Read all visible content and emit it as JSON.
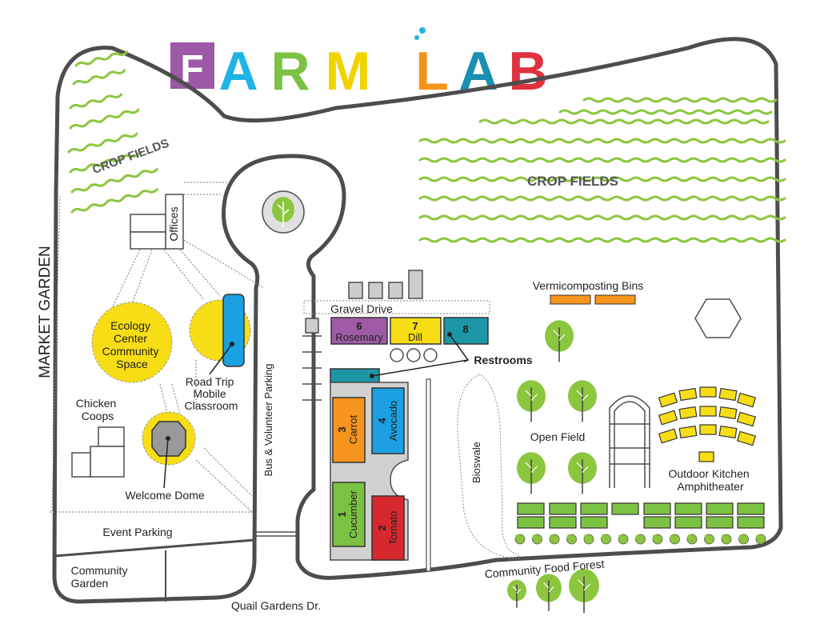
{
  "title": {
    "letters": [
      {
        "char": "F",
        "color": "#9b59a6"
      },
      {
        "char": "A",
        "color": "#1fb4e6"
      },
      {
        "char": "R",
        "color": "#7cc242"
      },
      {
        "char": "M",
        "color": "#f2d300"
      },
      {
        "char": "L",
        "color": "#f39419"
      },
      {
        "char": "A",
        "color": "#1a8fb0"
      },
      {
        "char": "B",
        "color": "#e0313f"
      }
    ]
  },
  "colors": {
    "outline": "#4d4d4d",
    "crop_green": "#8cc63f",
    "yellow": "#f7dd16",
    "blue": "#1ba1e2",
    "purple": "#9e5ba6",
    "teal": "#1d96a6",
    "orange": "#f7941d",
    "red": "#d7282f",
    "green_bed": "#7cc242"
  },
  "labels": {
    "crop_fields_left": "CROP FIELDS",
    "crop_fields_right": "CROP FIELDS",
    "market_garden": "MARKET GARDEN",
    "offices": "Offices",
    "ecology_center": [
      "Ecology",
      "Center",
      "Community",
      "Space"
    ],
    "road_trip": [
      "Road Trip",
      "Mobile",
      "Classroom"
    ],
    "chicken_coops": [
      "Chicken",
      "Coops"
    ],
    "welcome_dome": "Welcome Dome",
    "event_parking": "Event Parking",
    "community_garden": [
      "Community",
      "Garden"
    ],
    "quail_gardens": "Quail Gardens Dr.",
    "bus_parking": "Bus & Volunteer Parking",
    "gravel_drive": "Gravel Drive",
    "restrooms": "Restrooms",
    "bioswale": "Bioswale",
    "vermicomposting": "Vermicomposting Bins",
    "open_field": "Open Field",
    "outdoor_kitchen": [
      "Outdoor Kitchen",
      "Amphitheater"
    ],
    "food_forest": "Community Food Forest"
  },
  "plots": [
    {
      "num": "6",
      "name": "Rosemary"
    },
    {
      "num": "7",
      "name": "Dill"
    },
    {
      "num": "8",
      "name": ""
    },
    {
      "num": "3",
      "name": "Carrot"
    },
    {
      "num": "4",
      "name": "Avocado"
    },
    {
      "num": "1",
      "name": "Cucumber"
    },
    {
      "num": "2",
      "name": "Tomato"
    }
  ]
}
